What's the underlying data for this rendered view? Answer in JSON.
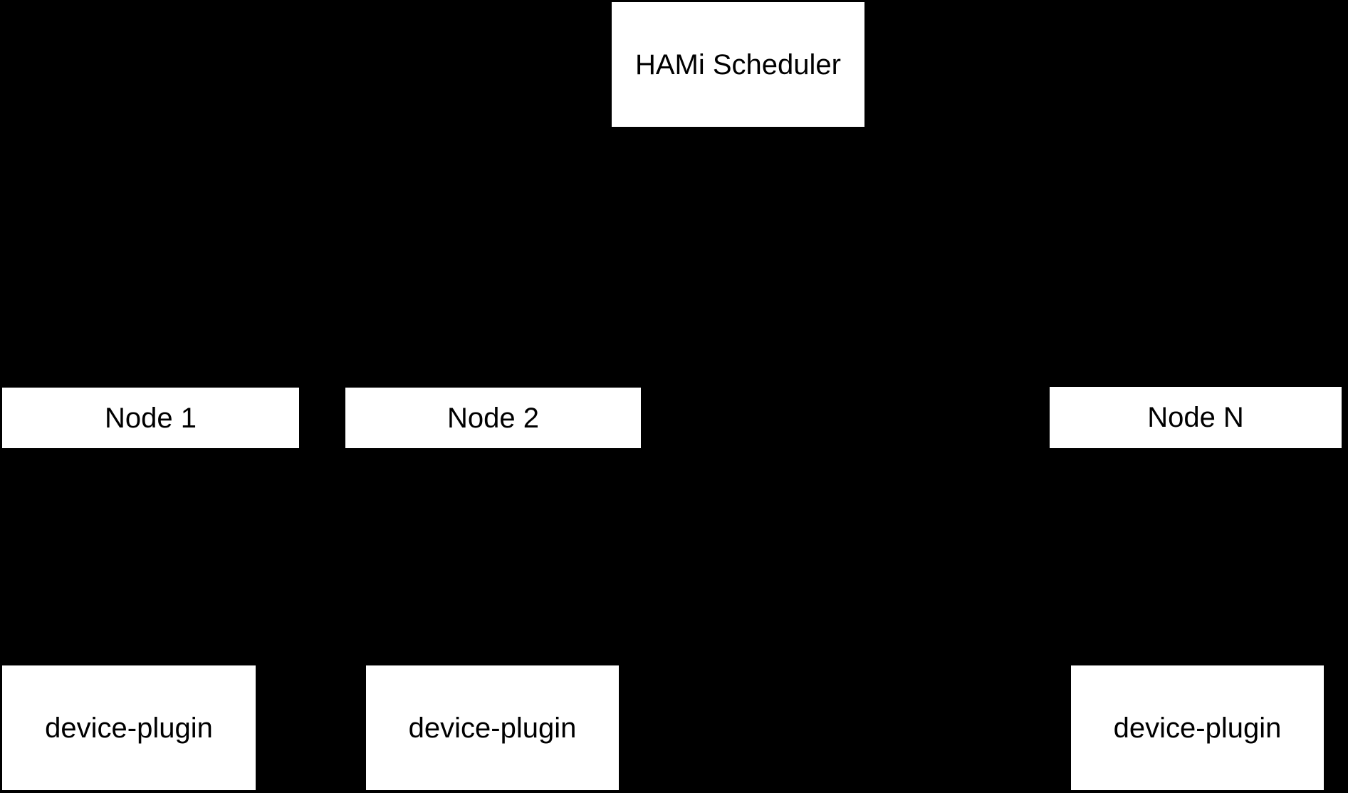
{
  "diagram": {
    "colors": {
      "background": "#000000",
      "node_fill": "#ffffff",
      "node_text": "#000000"
    },
    "nodes": [
      {
        "id": "hami-scheduler",
        "label": "HAMi Scheduler"
      },
      {
        "id": "node-1",
        "label": "Node 1"
      },
      {
        "id": "node-2",
        "label": "Node 2"
      },
      {
        "id": "node-n",
        "label": "Node N"
      },
      {
        "id": "device-plugin-1",
        "label": "device-plugin"
      },
      {
        "id": "device-plugin-2",
        "label": "device-plugin"
      },
      {
        "id": "device-plugin-n",
        "label": "device-plugin"
      }
    ]
  }
}
